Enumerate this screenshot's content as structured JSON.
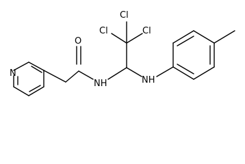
{
  "molecule": {
    "atoms": {
      "o": "O",
      "nh_amide": "NH",
      "n_py": "N",
      "cl_a": "Cl",
      "cl_b": "Cl",
      "cl_c": "Cl",
      "nh_amine": "NH"
    },
    "colors": {
      "bond": "#000000",
      "label": "#000000",
      "background": "#ffffff"
    }
  }
}
